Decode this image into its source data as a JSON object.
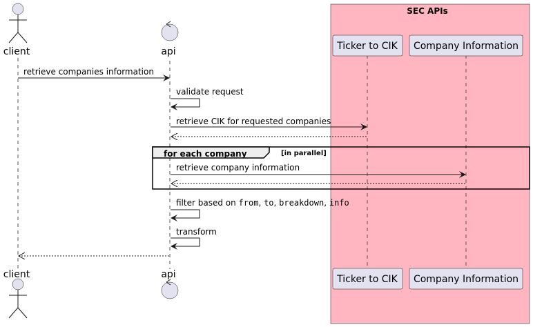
{
  "group_box": {
    "title": "SEC APIs",
    "color": "#FFB6C1"
  },
  "participants": {
    "client": {
      "label": "client"
    },
    "api": {
      "label": "api"
    },
    "ticker": {
      "label": "Ticker to CIK"
    },
    "company": {
      "label": "Company Information"
    }
  },
  "messages": {
    "m1": "retrieve companies information",
    "m2": "validate request",
    "m3": "retrieve CIK for requested companies",
    "m5": "retrieve company information",
    "m7": {
      "prefix": "filter based on ",
      "code1": "from",
      "sep1": ", ",
      "code2": "to",
      "sep2": ", ",
      "code3": "breakdown",
      "sep3": ", ",
      "code4": "info"
    },
    "m8": "transform"
  },
  "fragment": {
    "title": "for each company",
    "condition": "[in parallel]"
  },
  "colors": {
    "participant_fill": "#E2E2F0",
    "line": "#181818"
  }
}
